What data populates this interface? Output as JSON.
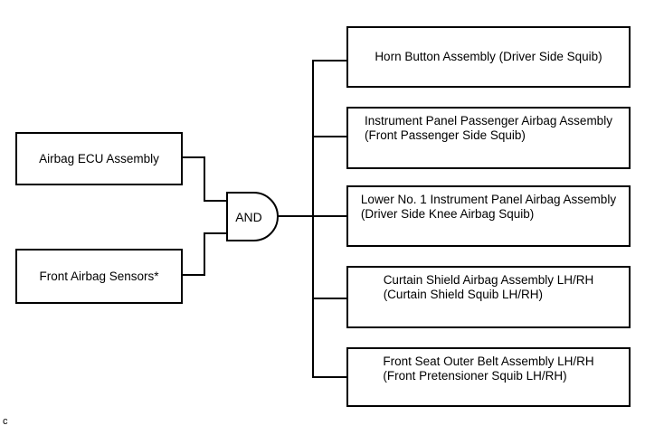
{
  "diagram": {
    "gate": {
      "label": "AND"
    },
    "inputs": [
      {
        "label": "Airbag ECU Assembly"
      },
      {
        "label": "Front Airbag Sensors*"
      }
    ],
    "outputs": [
      {
        "line1": "Horn Button Assembly (Driver Side Squib)",
        "line2": ""
      },
      {
        "line1": "Instrument Panel Passenger Airbag Assembly",
        "line2": "(Front Passenger Side Squib)"
      },
      {
        "line1": "Lower No. 1 Instrument Panel Airbag Assembly",
        "line2": "(Driver Side Knee Airbag Squib)"
      },
      {
        "line1": "Curtain Shield Airbag Assembly LH/RH",
        "line2": "(Curtain Shield Squib LH/RH)"
      },
      {
        "line1": "Front Seat Outer Belt Assembly LH/RH",
        "line2": "(Front Pretensioner Squib LH/RH)"
      }
    ],
    "footnote": "c",
    "colors": {
      "line": "#000000",
      "background": "#ffffff",
      "text": "#000000"
    }
  }
}
